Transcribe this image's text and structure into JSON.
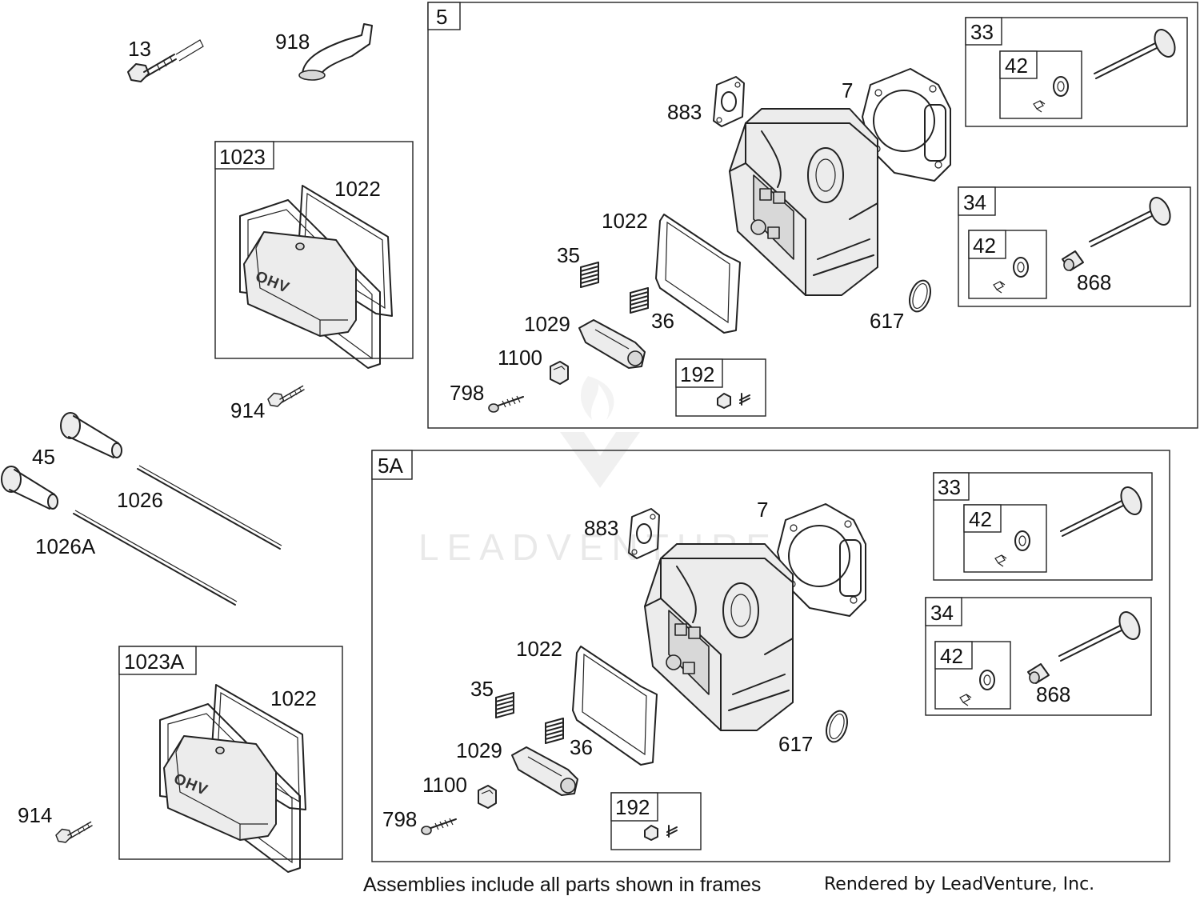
{
  "watermark": "LEADVENTURE",
  "footer": {
    "note": "Assemblies include all parts shown in frames",
    "credit": "Rendered by LeadVenture, Inc."
  },
  "cover_badge": "OHV",
  "loose_labels": {
    "bolt_13": "13",
    "tube_918": "918",
    "screw_914_a": "914",
    "tappet_45": "45",
    "pushrod_1026": "1026",
    "pushrod_1026a": "1026A",
    "screw_914_b": "914"
  },
  "frames": {
    "f1023": {
      "tag": "1023",
      "gasket": "1022"
    },
    "f1023a": {
      "tag": "1023A",
      "gasket": "1022"
    },
    "f5": {
      "tag": "5",
      "gasket_883": "883",
      "gasket_7": "7",
      "gasket_1022": "1022",
      "spring_35": "35",
      "spring_36": "36",
      "rocker_1029": "1029",
      "guide_1100": "1100",
      "stud_798": "798",
      "ring_617": "617",
      "sub_192": "192",
      "sub_33": {
        "tag": "33",
        "inner": "42"
      },
      "sub_34": {
        "tag": "34",
        "inner": "42",
        "seal": "868"
      }
    },
    "f5a": {
      "tag": "5A",
      "gasket_883": "883",
      "gasket_7": "7",
      "gasket_1022": "1022",
      "spring_35": "35",
      "spring_36": "36",
      "rocker_1029": "1029",
      "guide_1100": "1100",
      "stud_798": "798",
      "ring_617": "617",
      "sub_192": "192",
      "sub_33": {
        "tag": "33",
        "inner": "42"
      },
      "sub_34": {
        "tag": "34",
        "inner": "42",
        "seal": "868"
      }
    }
  }
}
